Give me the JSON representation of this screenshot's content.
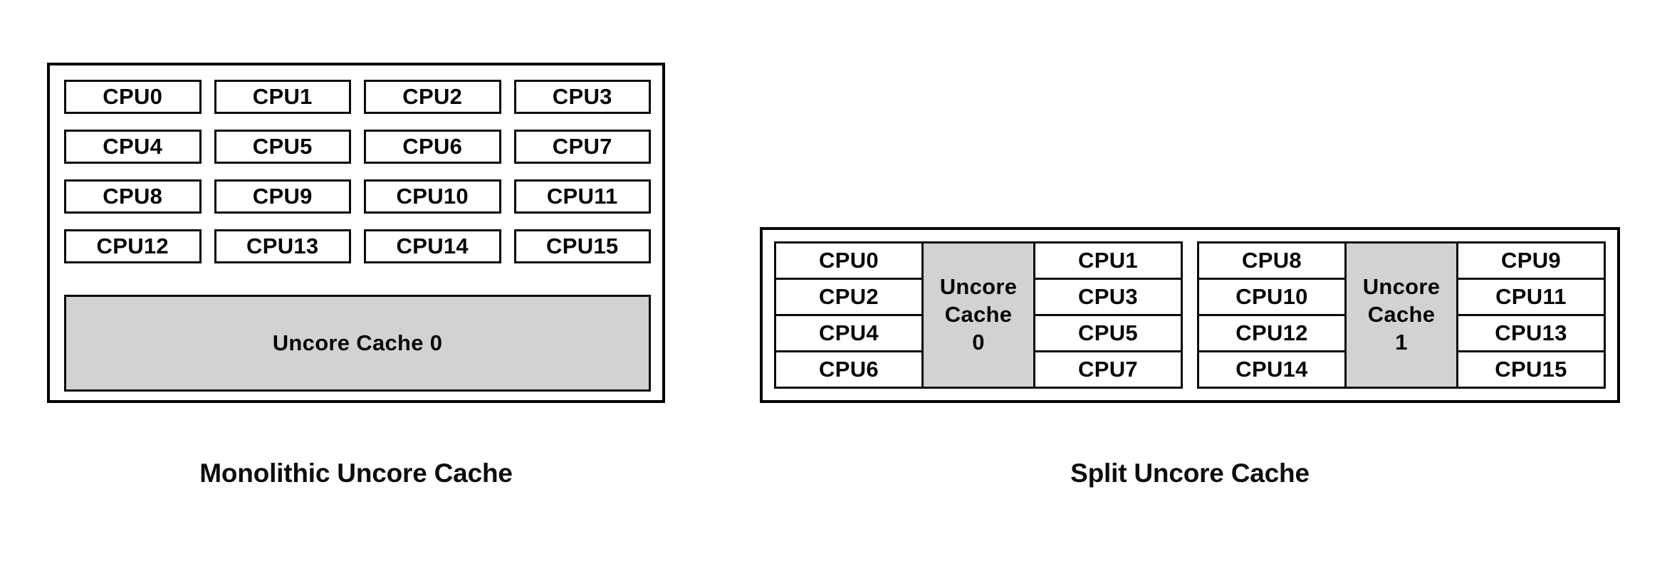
{
  "colors": {
    "background": "#ffffff",
    "border": "#0a0a0a",
    "cache_fill": "#d2d2d2",
    "text": "#050505"
  },
  "monolithic": {
    "caption": "Monolithic Uncore Cache",
    "cpu_rows": [
      [
        "CPU0",
        "CPU1",
        "CPU2",
        "CPU3"
      ],
      [
        "CPU4",
        "CPU5",
        "CPU6",
        "CPU7"
      ],
      [
        "CPU8",
        "CPU9",
        "CPU10",
        "CPU11"
      ],
      [
        "CPU12",
        "CPU13",
        "CPU14",
        "CPU15"
      ]
    ],
    "uncore_cache": "Uncore Cache 0"
  },
  "split": {
    "caption": "Split Uncore Cache",
    "clusters": [
      {
        "left_cpus": [
          "CPU0",
          "CPU2",
          "CPU4",
          "CPU6"
        ],
        "cache_lines": [
          "Uncore",
          "Cache",
          "0"
        ],
        "right_cpus": [
          "CPU1",
          "CPU3",
          "CPU5",
          "CPU7"
        ]
      },
      {
        "left_cpus": [
          "CPU8",
          "CPU10",
          "CPU12",
          "CPU14"
        ],
        "cache_lines": [
          "Uncore",
          "Cache",
          "1"
        ],
        "right_cpus": [
          "CPU9",
          "CPU11",
          "CPU13",
          "CPU15"
        ]
      }
    ]
  }
}
